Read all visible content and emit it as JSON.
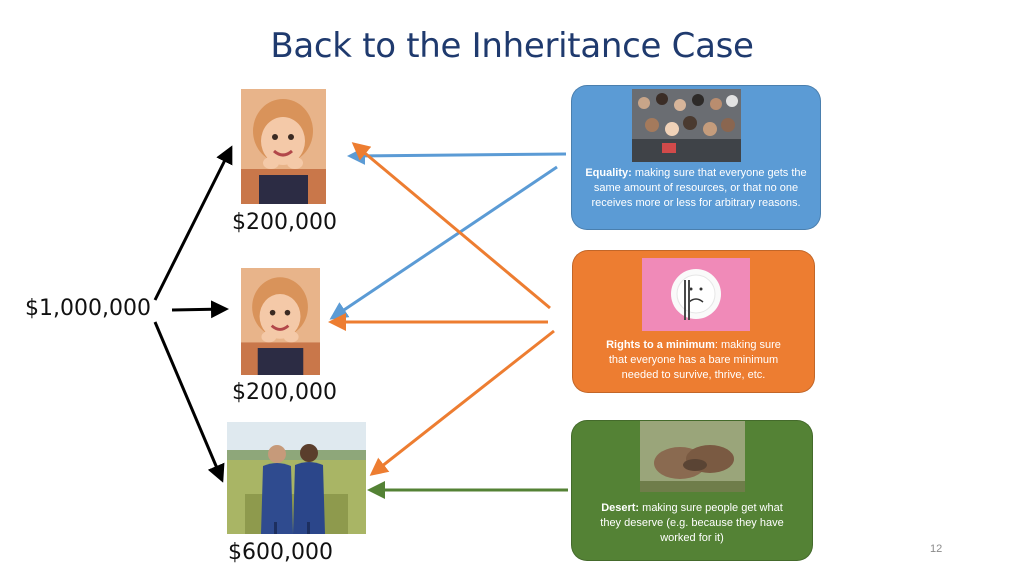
{
  "title": "Back to the Inheritance Case",
  "total": "$1,000,000",
  "recipients": [
    {
      "amount": "$200,000"
    },
    {
      "amount": "$200,000"
    },
    {
      "amount": "$600,000"
    }
  ],
  "principles": [
    {
      "name": "Equality:",
      "desc": " making sure that everyone gets the same amount of resources, or that no one receives more or less for arbitrary reasons.",
      "color": "#5b9bd5"
    },
    {
      "name": "Rights to a minimum",
      "desc": ": making sure that everyone has a bare minimum needed to survive, thrive, etc.",
      "color": "#ed7d31"
    },
    {
      "name": "Desert:",
      "desc": " making sure people get what they deserve (e.g. because they have worked for it)",
      "color": "#548235"
    }
  ],
  "page_number": "12",
  "colors": {
    "title": "#1f3a6e",
    "equality": "#5b9bd5",
    "minimum": "#ed7d31",
    "desert": "#548235",
    "black_arrow": "#000000"
  }
}
